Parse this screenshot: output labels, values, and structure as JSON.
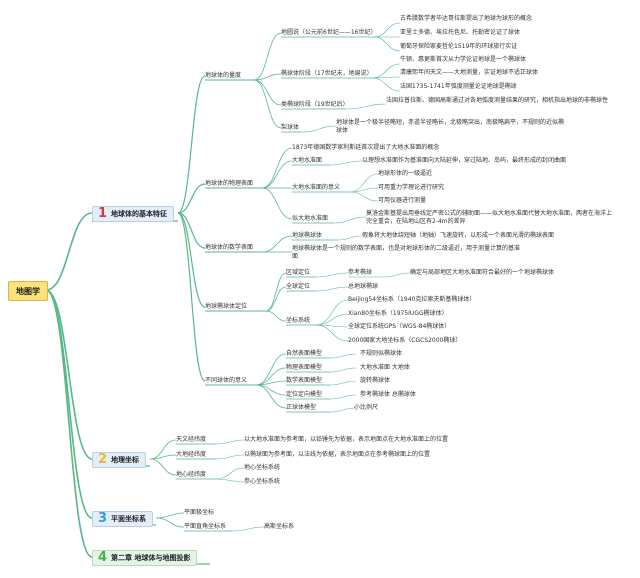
{
  "root": "地图学",
  "sections": [
    {
      "num": "1",
      "title": "地球体的基本特征"
    },
    {
      "num": "2",
      "title": "地理坐标"
    },
    {
      "num": "3",
      "title": "平面坐标系"
    },
    {
      "num": "4",
      "title": "第二章 地球体与地图投影"
    }
  ],
  "s1": {
    "b1": {
      "label": "地球体的量度",
      "c1": {
        "label": "地圆说（公元前6世纪——16世纪）",
        "d": [
          "古希腊数学者毕达哥拉斯提出了地球为球形的概念",
          "亚里士多德、埃拉托色尼、托勒密论证了球体",
          "葡萄牙探险家麦哲伦1519年的环球旅行实证"
        ]
      },
      "c2": {
        "label": "椭球体阶段（17世纪末，地扁说）",
        "d": [
          "牛顿、惠更斯首次从力学论证地球是一个椭球体",
          "清康熙年间天文——大地测量，实证地球不适正球体",
          "法国1735-1741年弧度测量论证地球是椭球"
        ]
      },
      "c3": {
        "label": "类椭球阶段（19世纪后）",
        "d": "法国拉普拉斯、德国高斯通过对各地弧度测量结果的研究，相机指出地球的非椭球性"
      },
      "c4": {
        "label": "梨球体",
        "d": "地球体是一个极半径略短，赤道半径略长，北极略突出，南极略扁平，不规则的近似椭球体"
      }
    },
    "b2": {
      "label": "地球体的物理表面",
      "top": "1873年德国数学家利斯廷首次提出了大地水准面的概念",
      "c1": {
        "label": "大地水准面",
        "d": "以理想水准面作为基准面向大陆延伸，穿过陆地、岛屿，最终形成的封闭曲面"
      },
      "c2": {
        "label": "大地水准面的意义",
        "d": [
          "地球形体的一级逼近",
          "可用重力学理论进行研究",
          "可用仪器进行测量"
        ]
      },
      "c3": {
        "label": "似大地水准面",
        "d": "莫洛金斯基提出用垂线定严密公式的辅助面——似大地水准面代替大地水准面，两者在海洋上完全重合，在陆地山区有2-4m的差异"
      }
    },
    "b3": {
      "label": "地球体的数学表面",
      "c1": {
        "label": "地球椭球体",
        "d": "假象将大地体绕短轴（地轴）飞速旋转，以形成一个表面光滑的椭球表面"
      },
      "c2": "地球椭球体是一个规则的数学表面，也是对地球形体的二级逼近，用于测量计算的基准面"
    },
    "b4": {
      "label": "地球椭球体定位",
      "c1": {
        "label": "区域定位",
        "sub": "参考椭球",
        "d": "确定与局部地区大地水准面符合最好的一个地球椭球体"
      },
      "c2": {
        "label": "全球定位",
        "d": "总地球椭球"
      },
      "c3": {
        "label": "坐标系统",
        "d": [
          "Beijing54坐标系（1940克拉索夫斯基椭球体）",
          "Xian80坐标系（1975IUGG椭球体）",
          "全球定位系统GPS（WGS-84椭球体）",
          "2000国家大地坐标系（CGCS2000椭球）"
        ]
      }
    },
    "b5": {
      "label": "不同球体的意义",
      "items": [
        {
          "k": "自然表面模型",
          "v": "不规则似椭球体"
        },
        {
          "k": "物理表面模型",
          "v": "大地水准面 大地体"
        },
        {
          "k": "数学表面模型",
          "v": "旋转椭球体"
        },
        {
          "k": "定位定向模型",
          "v": "参考椭球体 总椭球体"
        },
        {
          "k": "正球体模型",
          "v": "小比例尺"
        }
      ]
    }
  },
  "s2": [
    {
      "label": "天文经纬度",
      "d": "以大地水准面为参考面，以铅锤先为依据，表示地面点在大地水准面上的位置"
    },
    {
      "label": "大地经纬度",
      "d": "以椭球面为参考面，以法线为依据，表示地面点在参考椭球面上的位置"
    },
    {
      "label": "地心经纬度",
      "d": [
        "地心坐标系统",
        "参心坐标系统"
      ]
    }
  ],
  "s3": [
    {
      "label": "平面极坐标"
    },
    {
      "label": "平面直角坐标系",
      "d": "高斯坐标系"
    }
  ],
  "colors": {
    "line": "#58b889",
    "root_fill": "#fbe27a",
    "section_fill": "#e4eef8",
    "num1": "#d9364a",
    "num2": "#f0b82b",
    "num3": "#3a9ad9",
    "num4": "#3fb64a"
  }
}
